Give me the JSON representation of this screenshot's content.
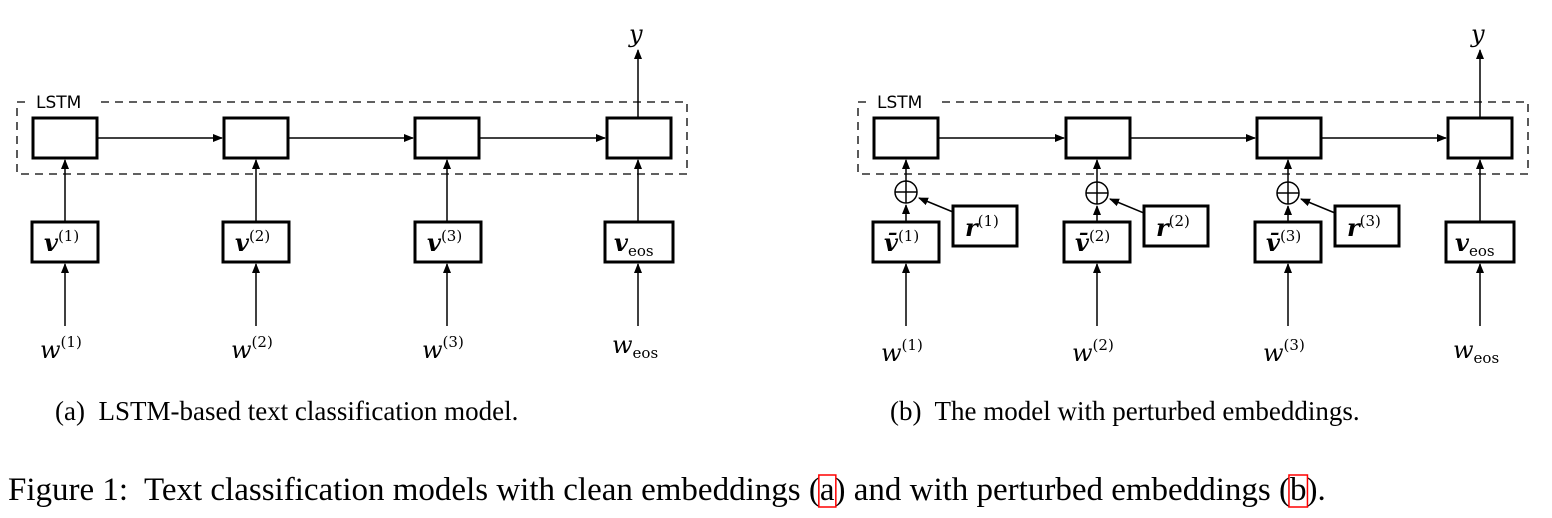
{
  "panel_a": {
    "lstm_label": "LSTM",
    "output_label": "y",
    "embeddings": [
      {
        "base": "v",
        "sup": "(1)"
      },
      {
        "base": "v",
        "sup": "(2)"
      },
      {
        "base": "v",
        "sup": "(3)"
      },
      {
        "base": "v",
        "sub": "eos"
      }
    ],
    "words": [
      {
        "base": "w",
        "sup": "(1)"
      },
      {
        "base": "w",
        "sup": "(2)"
      },
      {
        "base": "w",
        "sup": "(3)"
      },
      {
        "base": "w",
        "sub": "eos"
      }
    ],
    "caption": "(a)  LSTM-based text classification model."
  },
  "panel_b": {
    "lstm_label": "LSTM",
    "output_label": "y",
    "embeddings": [
      {
        "base": "v̄",
        "sup": "(1)"
      },
      {
        "base": "v̄",
        "sup": "(2)"
      },
      {
        "base": "v̄",
        "sup": "(3)"
      },
      {
        "base": "v",
        "sub": "eos"
      }
    ],
    "perturbations": [
      {
        "base": "r",
        "sup": "(1)"
      },
      {
        "base": "r",
        "sup": "(2)"
      },
      {
        "base": "r",
        "sup": "(3)"
      }
    ],
    "plus_symbol": "+",
    "words": [
      {
        "base": "w",
        "sup": "(1)"
      },
      {
        "base": "w",
        "sup": "(2)"
      },
      {
        "base": "w",
        "sup": "(3)"
      },
      {
        "base": "w",
        "sub": "eos"
      }
    ],
    "caption": "(b)  The model with perturbed embeddings."
  },
  "figure_caption": {
    "text_before_a": "Figure 1:  Text classification models with clean embeddings (",
    "ref_a": "a",
    "text_between": ") and with perturbed embeddings (",
    "ref_b": "b",
    "text_after": ")."
  },
  "colors": {
    "ref_box": "#ff0000",
    "stroke": "#000000"
  }
}
